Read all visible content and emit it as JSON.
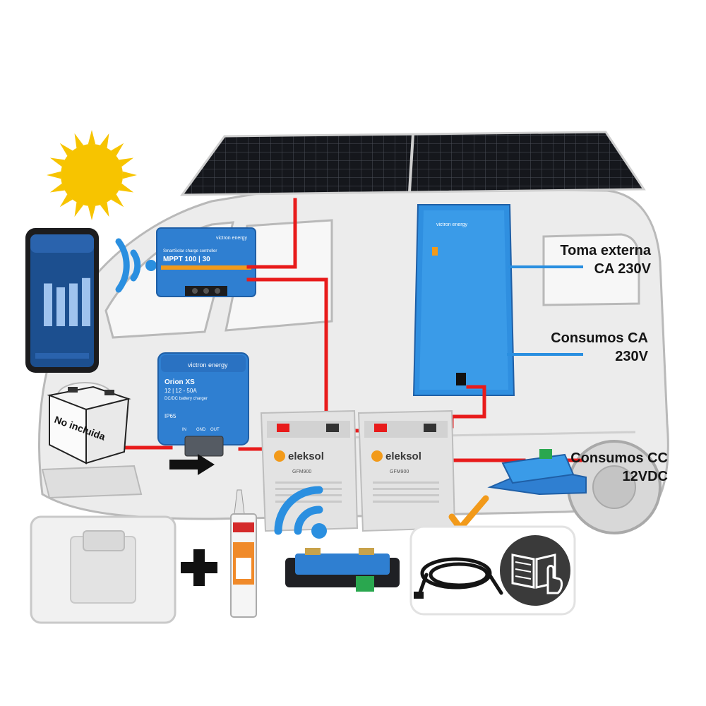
{
  "colors": {
    "van_body": "#ececec",
    "van_outline": "#b9b9b9",
    "victron_blue": "#2f7fd1",
    "victron_blue_dark": "#1f5fa6",
    "wire_red": "#e81b1b",
    "wire_blue": "#2a8fe0",
    "sun": "#f7c400",
    "battery_grey": "#e3e3e3",
    "check_orange": "#f29a1a"
  },
  "icons": [
    "sun-icon",
    "wifi-icon",
    "arrow-right-icon",
    "plus-icon",
    "checkmark-icon",
    "manual-book-icon",
    "cable-icon"
  ],
  "devices": {
    "mppt": {
      "brand": "victron energy",
      "subtitle": "SmartSolar charge controller",
      "model": "MPPT 100 | 30"
    },
    "orion": {
      "brand": "victron energy",
      "model": "Orion XS",
      "rating": "12 | 12 - 50A",
      "subtitle": "DC/DC battery charger",
      "ip": "IP65",
      "terminals": [
        "IN",
        "GND",
        "OUT"
      ]
    },
    "inverter": {
      "brand": "victron energy"
    },
    "batteries": [
      {
        "brand": "eleksol",
        "model": "GFM900"
      },
      {
        "brand": "eleksol",
        "model": "GFM900"
      }
    ],
    "starter_battery": {
      "note": "No incluida"
    }
  },
  "labels": {
    "toma_externa_line1": "Toma externa",
    "toma_externa_line2": "CA 230V",
    "consumos_ca_line1": "Consumos CA",
    "consumos_ca_line2": "230V",
    "consumos_cc_line1": "Consumos CC",
    "consumos_cc_line2": "12VDC"
  },
  "app_chart": {
    "type": "bar",
    "values": [
      0.55,
      0.5,
      0.55,
      0.62
    ]
  }
}
